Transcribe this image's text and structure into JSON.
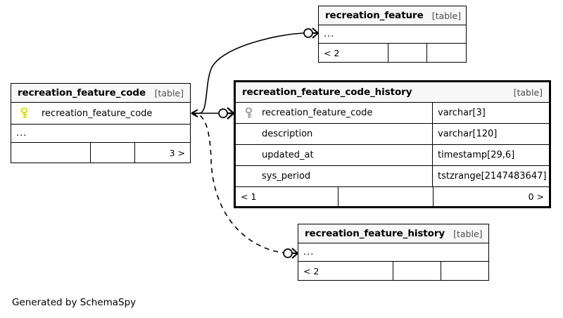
{
  "diagram": {
    "generator_credit": "Generated by SchemaSpy",
    "table_tag": "[table]",
    "ellipsis": "...",
    "colors": {
      "primary_key_icon": "#e8e800",
      "foreign_key_icon": "#a6a6a6",
      "title_background": "#f7f7f7",
      "border": "#000000",
      "background": "#ffffff"
    },
    "tables": [
      {
        "id": "recreation_feature",
        "name": "recreation_feature",
        "tag": "[table]",
        "emphasis": false,
        "ellipsis": "...",
        "footer": [
          "< 2",
          "",
          ""
        ]
      },
      {
        "id": "recreation_feature_code",
        "name": "recreation_feature_code",
        "tag": "[table]",
        "emphasis": false,
        "columns": [
          {
            "key": "primary",
            "key_icon": "key-icon",
            "name": "recreation_feature_code"
          }
        ],
        "ellipsis": "...",
        "footer": [
          "",
          "",
          "3 >"
        ]
      },
      {
        "id": "recreation_feature_code_history",
        "name": "recreation_feature_code_history",
        "tag": "[table]",
        "emphasis": true,
        "columns": [
          {
            "key": "foreign",
            "key_icon": "key-icon",
            "name": "recreation_feature_code",
            "type": "varchar[3]"
          },
          {
            "key": "none",
            "key_icon": "",
            "name": "description",
            "type": "varchar[120]"
          },
          {
            "key": "none",
            "key_icon": "",
            "name": "updated_at",
            "type": "timestamp[29,6]"
          },
          {
            "key": "none",
            "key_icon": "",
            "name": "sys_period",
            "type": "tstzrange[2147483647]"
          }
        ],
        "footer": [
          "< 1",
          "",
          "0 >"
        ]
      },
      {
        "id": "recreation_feature_history",
        "name": "recreation_feature_history",
        "tag": "[table]",
        "emphasis": false,
        "ellipsis": "...",
        "footer": [
          "< 2",
          "",
          ""
        ]
      }
    ],
    "relationships": [
      {
        "id": "rel-code-to-feature",
        "from": "recreation_feature_code",
        "to": "recreation_feature",
        "style": "solid"
      },
      {
        "id": "rel-code-to-code-history",
        "from": "recreation_feature_code",
        "to": "recreation_feature_code_history",
        "style": "solid"
      },
      {
        "id": "rel-code-to-feature-history",
        "from": "recreation_feature_code",
        "to": "recreation_feature_history",
        "style": "dashed"
      }
    ]
  }
}
